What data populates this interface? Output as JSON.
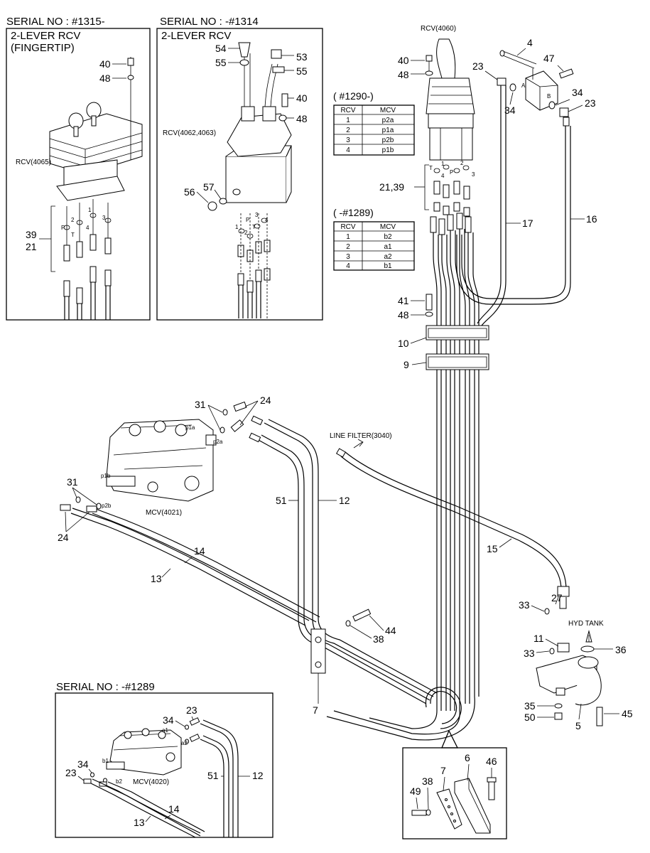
{
  "headings": {
    "serial_1315": "SERIAL NO : #1315-",
    "serial_1314": "SERIAL NO : -#1314",
    "serial_1289": "SERIAL NO : -#1289",
    "lever_fingertip_1": "2-LEVER RCV",
    "lever_fingertip_2": "(FINGERTIP)",
    "lever_rcv": "2-LEVER RCV"
  },
  "components": {
    "rcv_4065": "RCV(4065)",
    "rcv_4062": "RCV(4062,4063)",
    "rcv_4060": "RCV(4060)",
    "mcv_4021": "MCV(4021)",
    "mcv_4020": "MCV(4020)",
    "line_filter": "LINE FILTER(3040)",
    "hyd_tank": "HYD  TANK"
  },
  "table_1290": {
    "title": "( #1290-)",
    "headers": [
      "RCV",
      "MCV"
    ],
    "rows": [
      [
        "1",
        "p2a"
      ],
      [
        "2",
        "p1a"
      ],
      [
        "3",
        "p2b"
      ],
      [
        "4",
        "p1b"
      ]
    ]
  },
  "table_1289": {
    "title": "( -#1289)",
    "headers": [
      "RCV",
      "MCV"
    ],
    "rows": [
      [
        "1",
        "b2"
      ],
      [
        "2",
        "a1"
      ],
      [
        "3",
        "a2"
      ],
      [
        "4",
        "b1"
      ]
    ]
  },
  "ports": {
    "p1a": "p1a",
    "p2a": "p2a",
    "p1b": "p1b",
    "p2b": "p2b",
    "a1": "a1",
    "a2": "a2",
    "b1": "b1",
    "b2": "b2",
    "A": "A",
    "B": "B",
    "P": "P",
    "T": "T",
    "n1": "1",
    "n2": "2",
    "n3": "3",
    "n4": "4"
  },
  "callouts": {
    "c40": "40",
    "c48": "48",
    "c39": "39",
    "c21": "21",
    "c54": "54",
    "c55": "55",
    "c53": "53",
    "c56": "56",
    "c57": "57",
    "c4": "4",
    "c47": "47",
    "c23": "23",
    "c34": "34",
    "c21_39": "21,39",
    "c17": "17",
    "c16": "16",
    "c41": "41",
    "c10": "10",
    "c9": "9",
    "c31": "31",
    "c24": "24",
    "c51": "51",
    "c12": "12",
    "c14": "14",
    "c13": "13",
    "c15": "15",
    "c27": "27",
    "c33": "33",
    "c11": "11",
    "c36": "36",
    "c44": "44",
    "c38": "38",
    "c7": "7",
    "c35": "35",
    "c50": "50",
    "c5": "5",
    "c45": "45",
    "c6": "6",
    "c46": "46",
    "c49": "49"
  }
}
